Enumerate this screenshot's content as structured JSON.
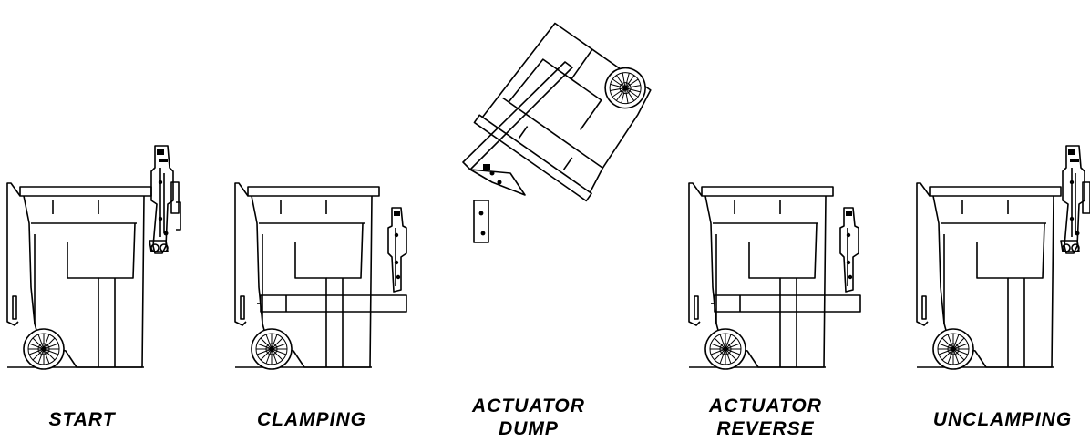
{
  "stages": [
    {
      "id": "start",
      "lines": [
        "START"
      ]
    },
    {
      "id": "clamping",
      "lines": [
        "CLAMPING"
      ]
    },
    {
      "id": "actuator-dump",
      "lines": [
        "ACTUATOR",
        "DUMP"
      ]
    },
    {
      "id": "actuator-reverse",
      "lines": [
        "ACTUATOR",
        "REVERSE"
      ]
    },
    {
      "id": "unclamping",
      "lines": [
        "UNCLAMPING"
      ]
    }
  ]
}
